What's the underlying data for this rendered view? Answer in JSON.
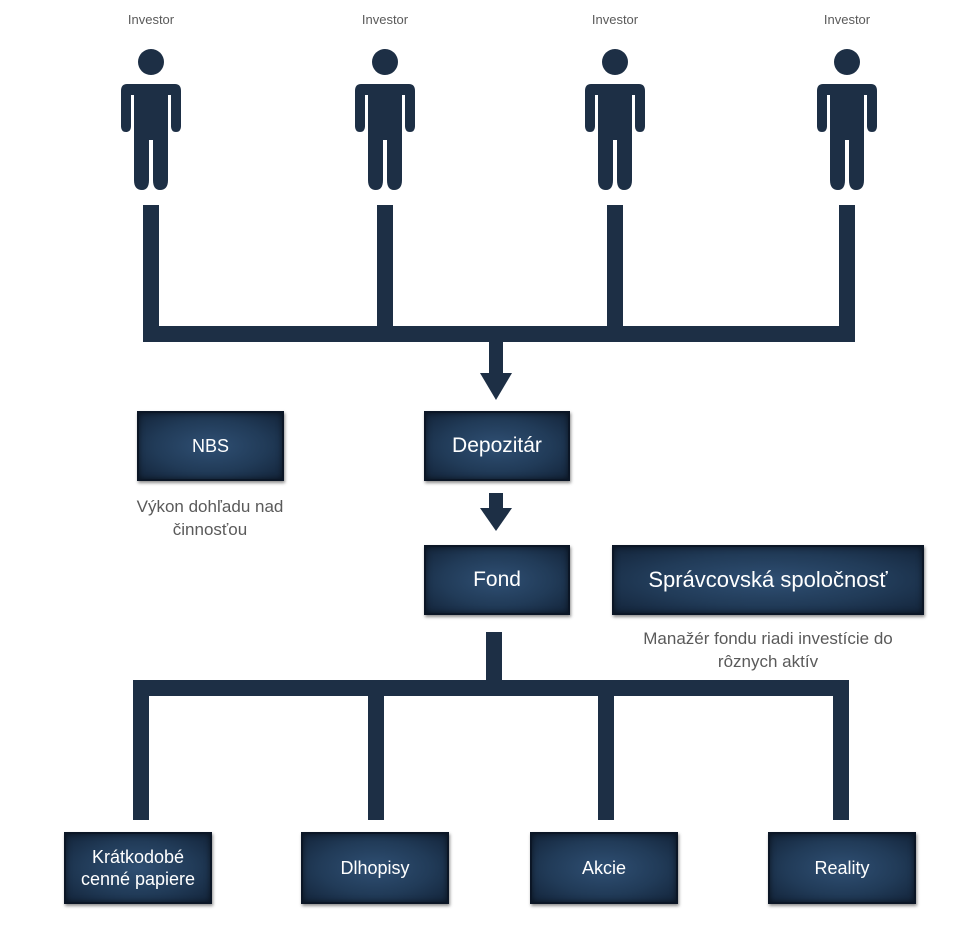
{
  "colors": {
    "dark_navy": "#1d2f45",
    "box_fill": "#213b58",
    "caption_text": "#5a5a5a"
  },
  "investors": [
    {
      "label": "Investor",
      "icon": "person-icon"
    },
    {
      "label": "Investor",
      "icon": "person-icon"
    },
    {
      "label": "Investor",
      "icon": "person-icon"
    },
    {
      "label": "Investor",
      "icon": "person-icon"
    }
  ],
  "nbs": {
    "label": "NBS",
    "description_line1": "Výkon dohľadu nad",
    "description_line2": "činnosťou"
  },
  "depozitar": {
    "label": "Depozitár"
  },
  "fond": {
    "label": "Fond"
  },
  "spravcovska": {
    "label": "Správcovská spoločnosť",
    "description_line1": "Manažér fondu riadi investície do",
    "description_line2": "rôznych aktív"
  },
  "assets": [
    {
      "label_line1": "Krátkodobé",
      "label_line2": "cenné papiere"
    },
    {
      "label_line1": "Dlhopisy",
      "label_line2": ""
    },
    {
      "label_line1": "Akcie",
      "label_line2": ""
    },
    {
      "label_line1": "Reality",
      "label_line2": ""
    }
  ]
}
